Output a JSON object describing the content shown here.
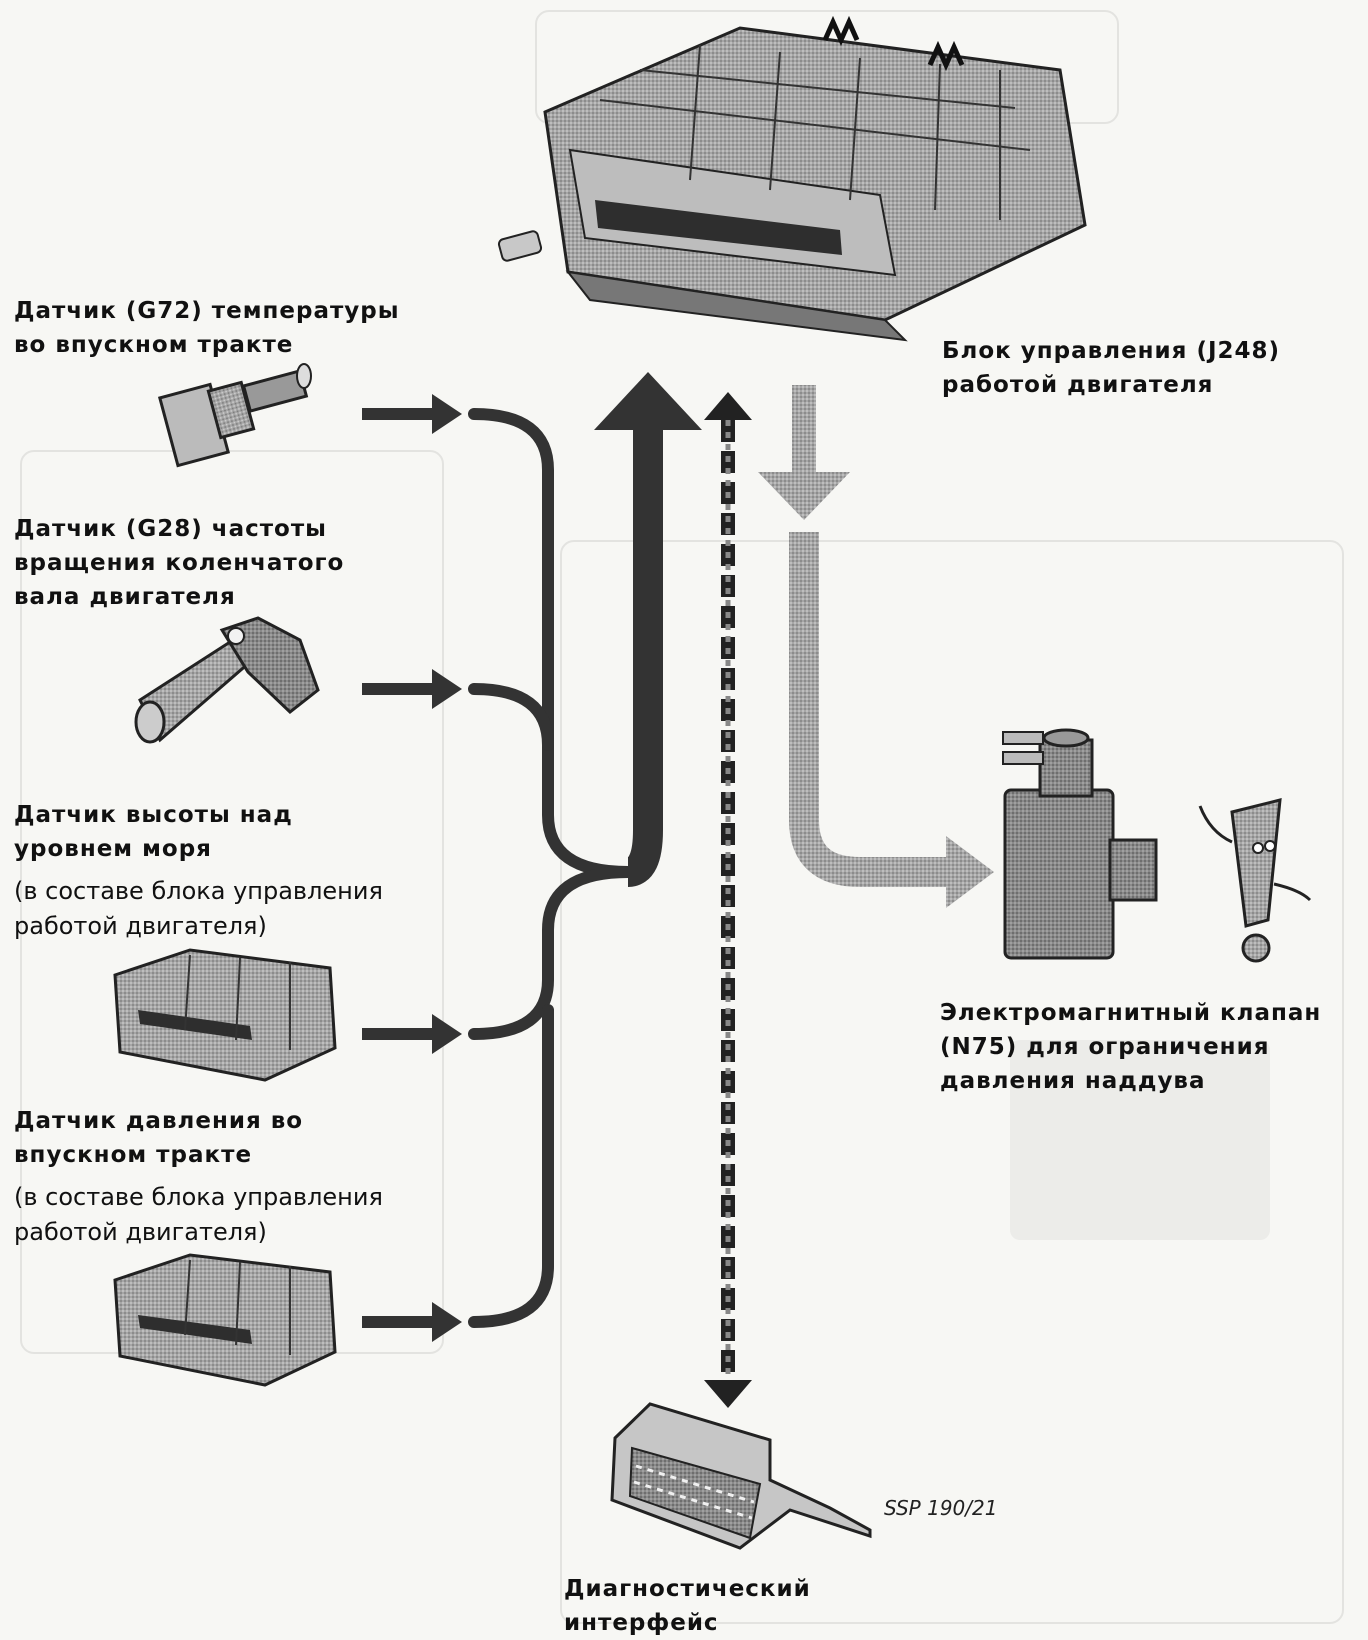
{
  "labels": {
    "g72": "Датчик (G72) температуры\nво впускном тракте",
    "g28": "Датчик (G28) частоты\nвращения коленчатого\nвала двигателя",
    "altitude": "Датчик высоты над\nуровнем моря",
    "altitude_note": "(в составе блока управления\nработой двигателя)",
    "pressure": "Датчик давления во\nвпускном тракте",
    "pressure_note": "(в составе блока управления\nработой двигателя)",
    "j248": "Блок управления (J248)\nработой двигателя",
    "n75": "Электромагнитный клапан\n(N75) для ограничения\nдавления наддува",
    "diag": "Диагностический\nинтерфейс",
    "ref": "SSP 190/21"
  },
  "colors": {
    "arrow_dark": "#333333",
    "arrow_light": "#9a9a9a",
    "part_fill": "#7d7d7d"
  }
}
